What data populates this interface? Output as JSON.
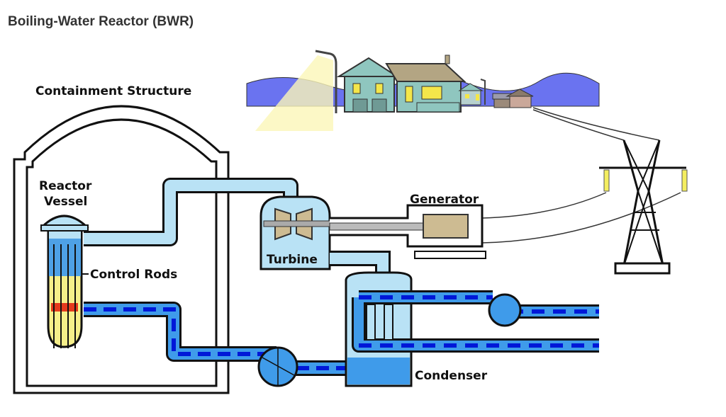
{
  "title": "Boiling-Water Reactor (BWR)",
  "labels": {
    "containment": "Containment Structure",
    "reactor_line1": "Reactor",
    "reactor_line2": "Vessel",
    "control_rods": "Control Rods",
    "turbine": "Turbine",
    "generator": "Generator",
    "condenser": "Condenser"
  },
  "colors": {
    "steam": "#b9e2f5",
    "water": "#3f9bea",
    "water_dash": "#0018d8",
    "fuel": "#f6ef8a",
    "heat": "#e53a1e",
    "hills": "#6a73f0",
    "turbine_blade": "#cdbb92",
    "house": "#8fc6bf",
    "roof": "#b3a583"
  }
}
